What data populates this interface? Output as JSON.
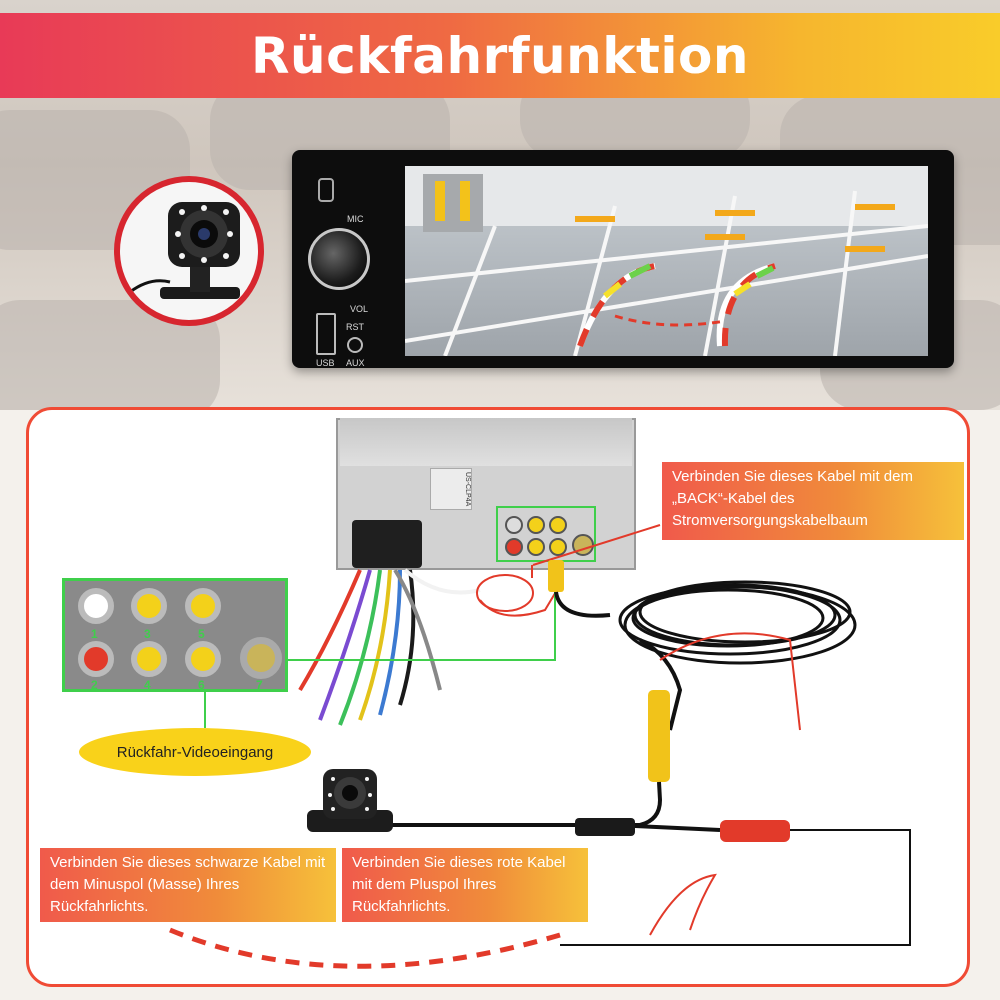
{
  "banner": {
    "title": "Rückfahrfunktion"
  },
  "radio": {
    "labels": {
      "mic": "MIC",
      "vol": "VOL",
      "rst": "RST",
      "usb": "USB",
      "aux": "AUX"
    }
  },
  "unit": {
    "sticker": "US-CLP4A"
  },
  "rca_numbers": [
    "1",
    "2",
    "3",
    "4",
    "5",
    "6",
    "7"
  ],
  "callouts": {
    "top_right": "Verbinden Sie dieses Kabel mit dem „BACK“-Kabel des Stromversorgungskabelbaum",
    "bottom_left": "Verbinden Sie dieses schwarze Kabel mit dem Minuspol (Masse) Ihres Rückfahrlichts.",
    "bottom_mid": "Verbinden Sie dieses rote Kabel mit dem Pluspol Ihres Rückfahrlichts."
  },
  "oval_label": "Rückfahr-Videoeingang",
  "colors": {
    "accent_red": "#e83a57",
    "accent_yellow": "#f9cc2a",
    "connector_green": "#3fcf4b",
    "panel_border": "#f04b35"
  }
}
